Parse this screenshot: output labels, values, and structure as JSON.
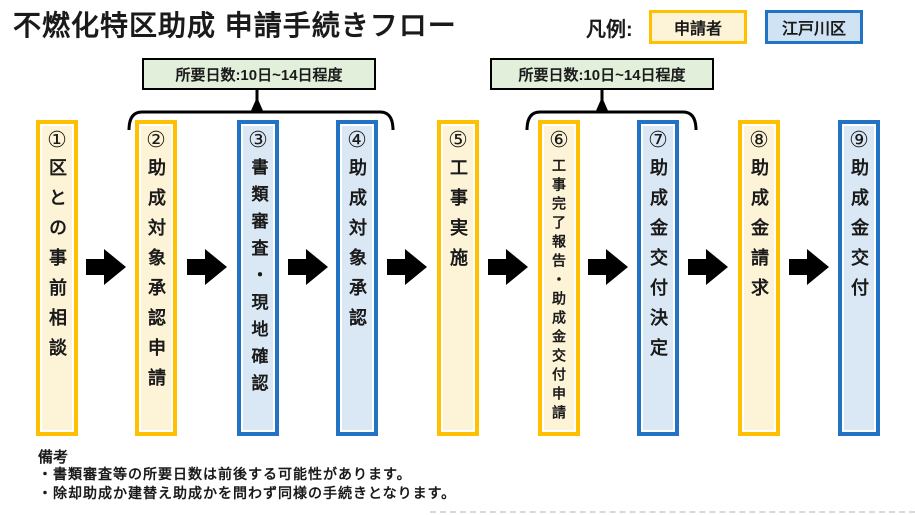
{
  "title": "不燃化特区助成 申請手続きフロー",
  "legend": {
    "label": "凡例:",
    "applicant": "申請者",
    "ward": "江戸川区"
  },
  "duration_labels": [
    {
      "text": "所要日数:10日~14日程度",
      "covers_steps": "②〜④"
    },
    {
      "text": "所要日数:10日~14日程度",
      "covers_steps": "⑥〜⑦"
    }
  ],
  "steps": [
    {
      "number": "①",
      "label": "区との事前相談",
      "actor": "申請者"
    },
    {
      "number": "②",
      "label": "助成対象承認申請",
      "actor": "申請者"
    },
    {
      "number": "③",
      "label": "書類審査・現地確認",
      "actor": "江戸川区"
    },
    {
      "number": "④",
      "label": "助成対象承認",
      "actor": "江戸川区"
    },
    {
      "number": "⑤",
      "label": "工事実施",
      "actor": "申請者"
    },
    {
      "number": "⑥",
      "label": "工事完了報告・助成金交付申請",
      "actor": "申請者"
    },
    {
      "number": "⑦",
      "label": "助成金交付決定",
      "actor": "江戸川区"
    },
    {
      "number": "⑧",
      "label": "助成金請求",
      "actor": "申請者"
    },
    {
      "number": "⑨",
      "label": "助成金交付",
      "actor": "江戸川区"
    }
  ],
  "notes": {
    "heading": "備考",
    "lines": [
      "・書類審査等の所要日数は前後する可能性があります。",
      "・除却助成か建替え助成かを問わず同様の手続きとなります。"
    ]
  },
  "colors": {
    "applicant_border": "#FFC000",
    "applicant_fill": "#FDF3D6",
    "ward_border": "#2273C3",
    "ward_fill": "#DAE8F6",
    "duration_fill": "#E2EFDA",
    "arrow": "#000000"
  }
}
